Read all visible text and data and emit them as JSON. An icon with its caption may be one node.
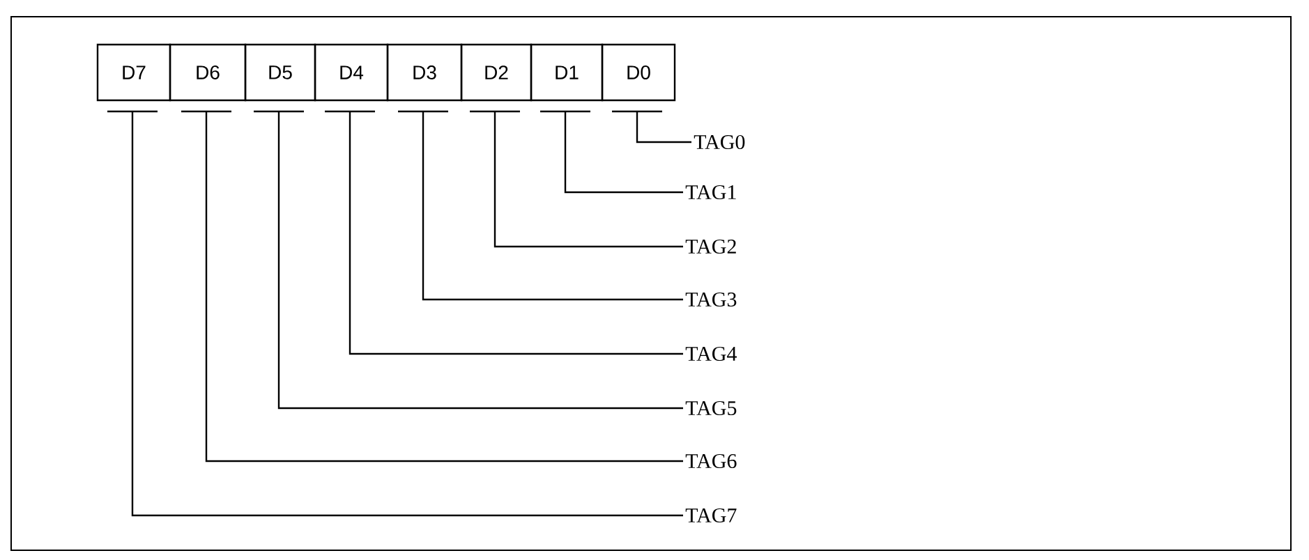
{
  "diagram": {
    "nodes": [
      {
        "text": [
          "D7"
        ]
      },
      {
        "text": [
          "D6"
        ]
      },
      {
        "text": [
          "D5"
        ]
      },
      {
        "text": [
          "D4"
        ]
      },
      {
        "text": [
          "D3"
        ]
      },
      {
        "text": [
          "D2"
        ]
      },
      {
        "text": [
          "D1"
        ]
      },
      {
        "text": [
          "D0"
        ]
      },
      {
        "text": [
          "TAG0"
        ]
      },
      {
        "text": [
          "TAG1"
        ]
      },
      {
        "text": [
          "TAG2"
        ]
      },
      {
        "text": [
          "TAG3"
        ]
      },
      {
        "text": [
          "TAG4"
        ]
      },
      {
        "text": [
          "TAG5"
        ]
      },
      {
        "text": [
          "TAG6"
        ]
      },
      {
        "text": [
          "TAG7"
        ]
      }
    ],
    "edges": [
      {
        "from": 7,
        "to": 8,
        "arrow": "none"
      },
      {
        "from": 6,
        "to": 9,
        "arrow": "none"
      },
      {
        "from": 5,
        "to": 10,
        "arrow": "none"
      },
      {
        "from": 4,
        "to": 11,
        "arrow": "none"
      },
      {
        "from": 3,
        "to": 12,
        "arrow": "none"
      },
      {
        "from": 2,
        "to": 13,
        "arrow": "none"
      },
      {
        "from": 1,
        "to": 14,
        "arrow": "none"
      },
      {
        "from": 0,
        "to": 15,
        "arrow": "none"
      }
    ]
  }
}
